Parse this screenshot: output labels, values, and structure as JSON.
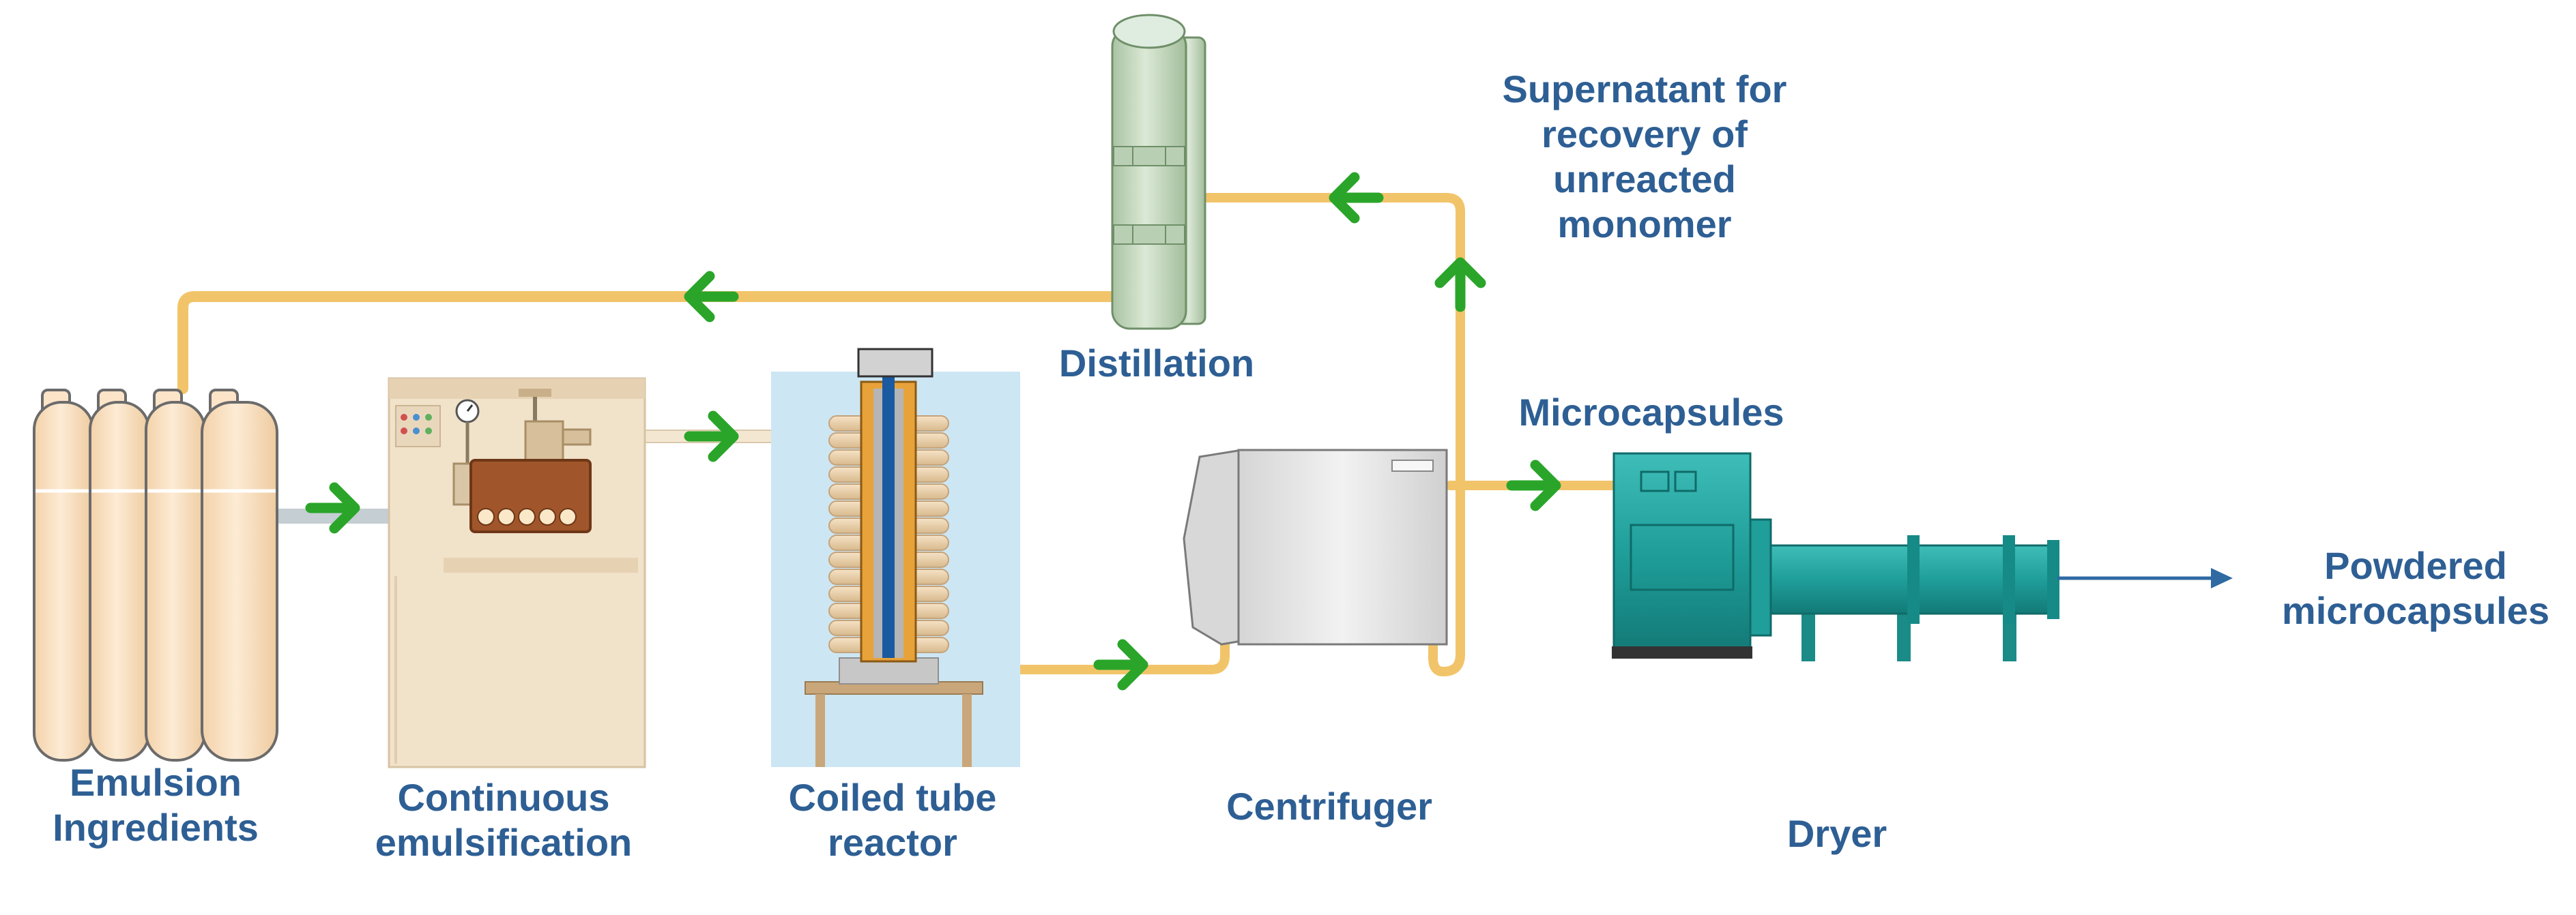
{
  "colors": {
    "label": "#2e5f94",
    "pipe": "#f2c46a",
    "arrow": "#2aa52a",
    "output_arrow": "#2f6aa3",
    "cylinder_fill": "#fbe4c8",
    "column_fill": "#c9dcc3",
    "reactor_box": "#cde6f3",
    "dryer_fill": "#1f9e9a",
    "centrifuge_fill": "#e6e6e6"
  },
  "labels": {
    "emulsion_ingredients": [
      "Emulsion",
      "Ingredients"
    ],
    "continuous_emulsification": [
      "Continuous",
      "emulsification"
    ],
    "coiled_tube_reactor": [
      "Coiled tube",
      "reactor"
    ],
    "centrifuger": "Centrifuger",
    "dryer": "Dryer",
    "distillation": "Distillation",
    "supernatant": [
      "Supernatant for",
      "recovery of",
      "unreacted",
      "monomer"
    ],
    "microcapsules": "Microcapsules",
    "powdered_microcapsules": [
      "Powdered",
      "microcapsules"
    ]
  }
}
